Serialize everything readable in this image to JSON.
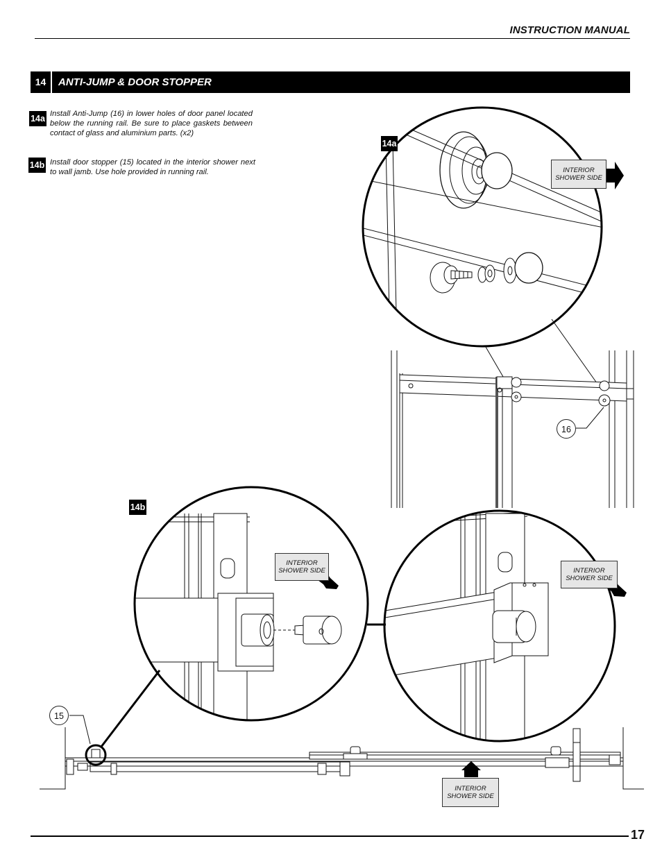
{
  "header": {
    "title": "INSTRUCTION MANUAL"
  },
  "section": {
    "number": "14",
    "title": "ANTI-JUMP & DOOR STOPPER"
  },
  "steps": [
    {
      "id": "14a",
      "text": "Install Anti-Jump (16) in lower holes of door panel located below the running rail. Be sure to place gaskets between contact of glass and aluminium parts. (x2)"
    },
    {
      "id": "14b",
      "text": "Install door stopper (15) located in the interior shower next to wall jamb. Use hole provided in running rail."
    }
  ],
  "detail_labels": {
    "detail_a": "14a",
    "detail_b": "14b"
  },
  "callouts": {
    "interior_a": "INTERIOR SHOWER SIDE",
    "interior_b1": "INTERIOR SHOWER SIDE",
    "interior_b2": "INTERIOR SHOWER SIDE",
    "interior_bottom": "INTERIOR SHOWER SIDE"
  },
  "parts": {
    "anti_jump": "16",
    "door_stopper": "15"
  },
  "footer": {
    "page_number": "17"
  }
}
